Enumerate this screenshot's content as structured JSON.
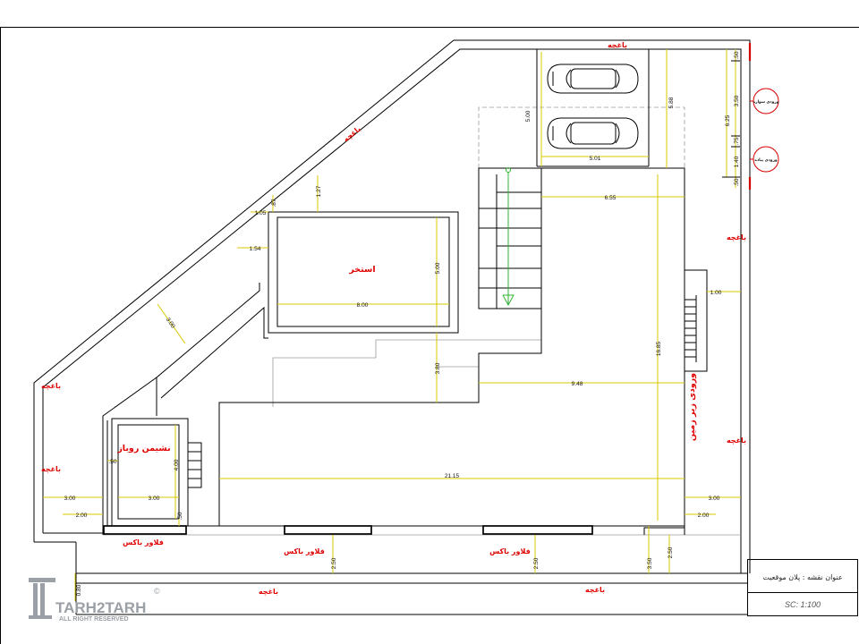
{
  "labels": {
    "garden": "باغچه",
    "pool": "استخر",
    "open_living": "نشیمن روباز",
    "basement_entry": "ورودی زیر زمین",
    "flower_box": "فلاور باکس",
    "car_entry": "ورودی سواره",
    "pedestrian_entry": "ورودی پیاده"
  },
  "title_block": {
    "title": "عنوان نقشه : پلان موقعیت",
    "scale": "SC: 1:100"
  },
  "logo": {
    "name": "TARH2TARH",
    "mark": "©",
    "tagline": "ALL RIGHT RESERVED"
  },
  "dimensions": {
    "parking_depth": "5.00",
    "parking_width": "5.01",
    "parking_to_building": "5.88",
    "entry_chain": [
      ".50",
      "3.50",
      "6.25",
      ".75",
      "1.40",
      ".50"
    ],
    "pool_top_offset": "1.27",
    "pool_corner_a": "1.05",
    "pool_corner_b": ".87",
    "pool_side_offset": "1.54",
    "pool_width": "5.00",
    "pool_length": "8.00",
    "diagonal_setback": "3.00",
    "pool_to_building": "3.80",
    "building_upper_width": "9.48",
    "building_depth": "16.85",
    "stair_offset": "1.00",
    "living_depth": "4.00",
    "living_wall": ".50",
    "living_width": "3.00",
    "living_base": ".50",
    "building_width": "21.15",
    "left_setback_a": "3.00",
    "left_setback_b": "2.00",
    "right_setback_a": "3.00",
    "right_setback_b": "2.00",
    "front_a": "2.50",
    "front_b": "2.50",
    "front_c": "3.50",
    "front_d": "2.50",
    "sidewalk": "0.80"
  },
  "colors": {
    "line": "#000000",
    "dimension": "#d9c800",
    "label": "#e00000",
    "hidden": "#9a9a9a",
    "arrow": "#2fb52f",
    "entry_marker": "#d40000",
    "logo": "#9aa0a6"
  }
}
